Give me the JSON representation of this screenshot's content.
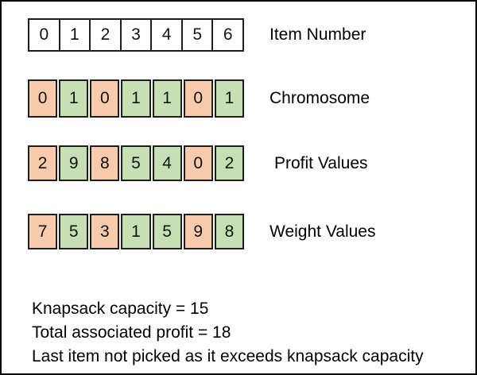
{
  "colors": {
    "orange": "#F8CBAD",
    "green": "#C6E0B4",
    "white": "#FFFFFF",
    "cell_border": "#1f1f1f",
    "frame_border": "#000000"
  },
  "rows": [
    {
      "id": "item-number",
      "label": "Item Number",
      "values": [
        "0",
        "1",
        "2",
        "3",
        "4",
        "5",
        "6"
      ],
      "fills": [
        "white",
        "white",
        "white",
        "white",
        "white",
        "white",
        "white"
      ],
      "collapsed": true
    },
    {
      "id": "chromosome",
      "label": "Chromosome",
      "values": [
        "0",
        "1",
        "0",
        "1",
        "1",
        "0",
        "1"
      ],
      "fills": [
        "orange",
        "green",
        "orange",
        "green",
        "green",
        "orange",
        "green"
      ],
      "collapsed": false
    },
    {
      "id": "profit-values",
      "label": "Profit Values",
      "values": [
        "2",
        "9",
        "8",
        "5",
        "4",
        "0",
        "2"
      ],
      "fills": [
        "orange",
        "green",
        "orange",
        "green",
        "green",
        "orange",
        "green"
      ],
      "collapsed": false
    },
    {
      "id": "weight-values",
      "label": "Weight Values",
      "values": [
        "7",
        "5",
        "3",
        "1",
        "5",
        "9",
        "8"
      ],
      "fills": [
        "orange",
        "green",
        "orange",
        "green",
        "green",
        "orange",
        "green"
      ],
      "collapsed": false
    }
  ],
  "footer": {
    "lines": [
      "Knapsack capacity = 15",
      "Total associated profit = 18",
      "Last item not picked as it exceeds knapsack capacity"
    ]
  }
}
